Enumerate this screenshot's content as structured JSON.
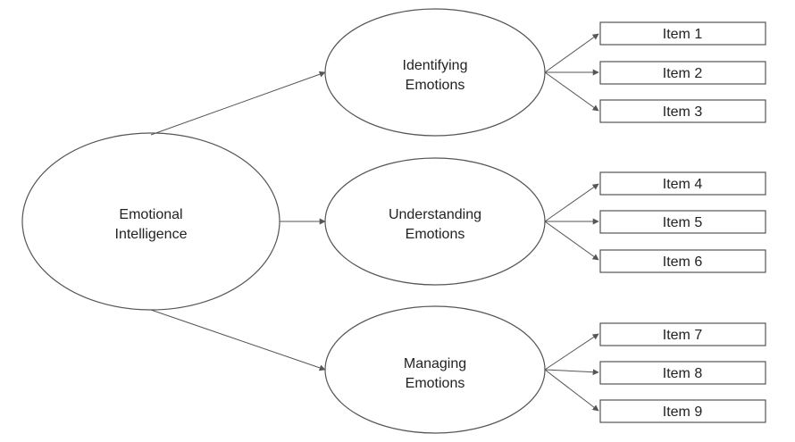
{
  "colors": {
    "stroke": "#555555",
    "text": "#222222",
    "background": "#ffffff"
  },
  "root": {
    "line1": "Emotional",
    "line2": "Intelligence"
  },
  "factors": [
    {
      "line1": "Identifying",
      "line2": "Emotions",
      "items": [
        "Item 1",
        "Item 2",
        "Item 3"
      ]
    },
    {
      "line1": "Understanding",
      "line2": "Emotions",
      "items": [
        "Item 4",
        "Item 5",
        "Item 6"
      ]
    },
    {
      "line1": "Managing",
      "line2": "Emotions",
      "items": [
        "Item 7",
        "Item 8",
        "Item 9"
      ]
    }
  ]
}
